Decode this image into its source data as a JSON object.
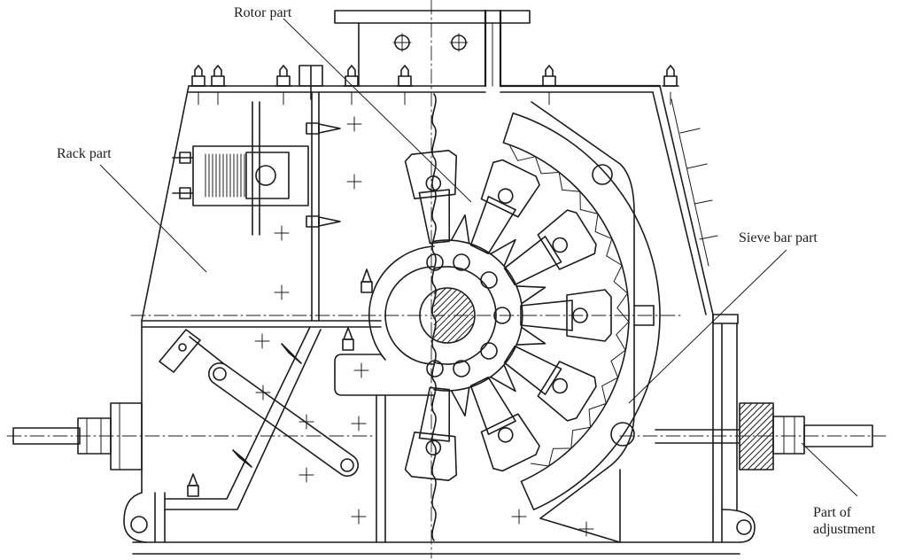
{
  "labels": {
    "rotor_part": "Rotor part",
    "rack_part": "Rack part",
    "sieve_bar_part": "Sieve bar part",
    "adjustment_line1": "Part of",
    "adjustment_line2": "adjustment"
  },
  "colors": {
    "line": "#1c1c1c",
    "background": "#ffffff"
  }
}
